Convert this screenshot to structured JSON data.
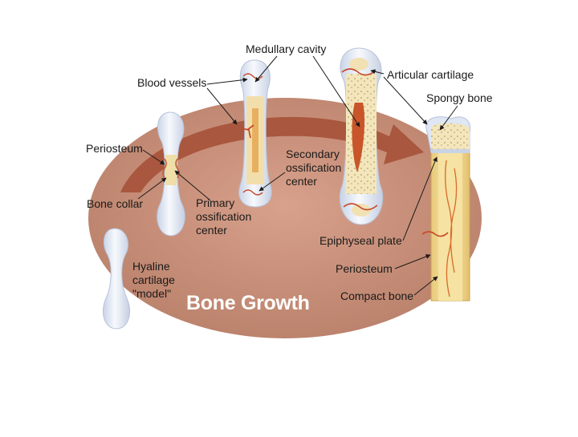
{
  "title": "Bone Growth",
  "labels": {
    "medullary_cavity": "Medullary cavity",
    "blood_vessels": "Blood vessels",
    "articular_cartilage": "Articular cartilage",
    "spongy_bone_top": "Spongy bone",
    "periosteum_left": "Periosteum",
    "secondary_ossification_center": "Secondary\nossification\ncenter",
    "bone_collar": "Bone collar",
    "primary_ossification_center": "Primary\nossification\ncenter",
    "epiphyseal_plate": "Epiphyseal plate",
    "periosteum_right": "Periosteum",
    "hyaline_cartilage_model": "Hyaline\ncartilage\n\"model\"",
    "compact_bone": "Compact bone"
  },
  "colors": {
    "ellipse": "#c98f78",
    "ellipse_dark": "#a9705c",
    "arrow": "#a4533a",
    "cartilage": "#e8eef8",
    "bone_yellow": "#f4e3a8",
    "vessel": "#d04a2a"
  }
}
